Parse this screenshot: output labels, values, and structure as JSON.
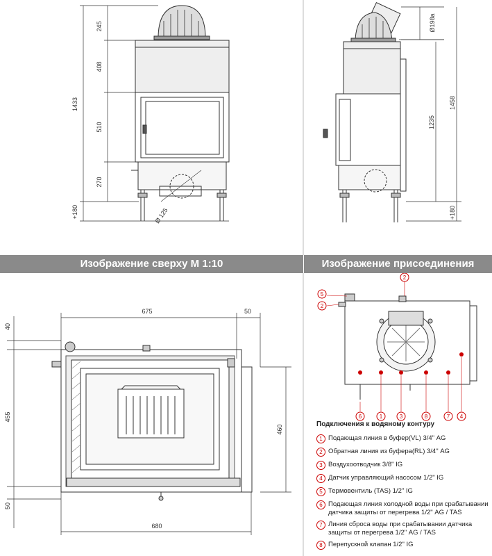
{
  "headers": {
    "top_view": "Изображение сверху М 1:10",
    "connection_view": "Изображение присоединения"
  },
  "front_view": {
    "dims": [
      "245",
      "408",
      "510",
      "270",
      "1433",
      "+180"
    ],
    "pipe": "Ø 125"
  },
  "side_view": {
    "dims": [
      "Ø198a",
      "1458",
      "1235",
      "+180"
    ]
  },
  "top_view": {
    "dims": [
      "675",
      "50",
      "40",
      "455",
      "50",
      "680",
      "460"
    ]
  },
  "connection_view": {
    "markers": [
      "5",
      "2",
      "2",
      "6",
      "1",
      "3",
      "8",
      "7",
      "4"
    ],
    "legend_title": "Подключения к водяному контуру",
    "legend": [
      {
        "num": "1",
        "text": "Подающая линия в буфер(VL) 3/4\" AG"
      },
      {
        "num": "2",
        "text": "Обратная линия из буфера(RL) 3/4\" AG"
      },
      {
        "num": "3",
        "text": "Воздухоотводчик 3/8\" IG"
      },
      {
        "num": "4",
        "text": "Датчик управляющий насосом 1/2\" IG"
      },
      {
        "num": "5",
        "text": "Термовентиль (TAS) 1/2\" IG"
      },
      {
        "num": "6",
        "text": "Подающая линия холодной воды при срабатывании датчика защиты от перегрева 1/2\" AG / TAS"
      },
      {
        "num": "7",
        "text": "Линия сброса воды при срабатывании датчика защиты от перегрева 1/2\" AG / TAS"
      },
      {
        "num": "8",
        "text": "Перепускной клапан 1/2\" IG"
      }
    ]
  },
  "colors": {
    "marker": "#cc0000",
    "header_bar": "#8a8a8a",
    "line": "#333333"
  }
}
